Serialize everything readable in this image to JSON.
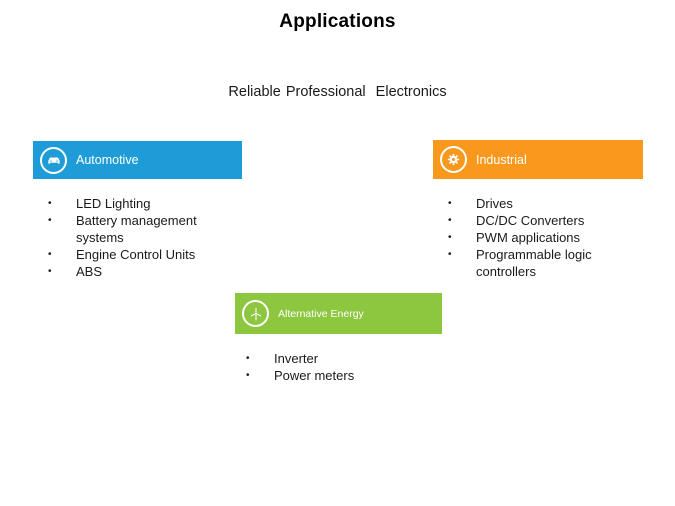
{
  "page": {
    "title": "Applications",
    "subtitle": "Reliable Professional  Electronics"
  },
  "bullet": "•",
  "sections": {
    "automotive": {
      "label": "Automotive",
      "color": "#1E9CD7",
      "icon": "car-icon",
      "items": [
        "LED Lighting",
        "Battery management systems",
        "Engine Control Units",
        "ABS"
      ]
    },
    "industrial": {
      "label": "Industrial",
      "color": "#F8981D",
      "icon": "gear-icon",
      "items": [
        "Drives",
        "DC/DC Converters",
        "PWM applications",
        "Programmable logic controllers"
      ]
    },
    "alternative": {
      "label": "Alternative Energy",
      "color": "#8DC63F",
      "icon": "wind-turbine-icon",
      "items": [
        "Inverter",
        "Power meters"
      ]
    }
  }
}
